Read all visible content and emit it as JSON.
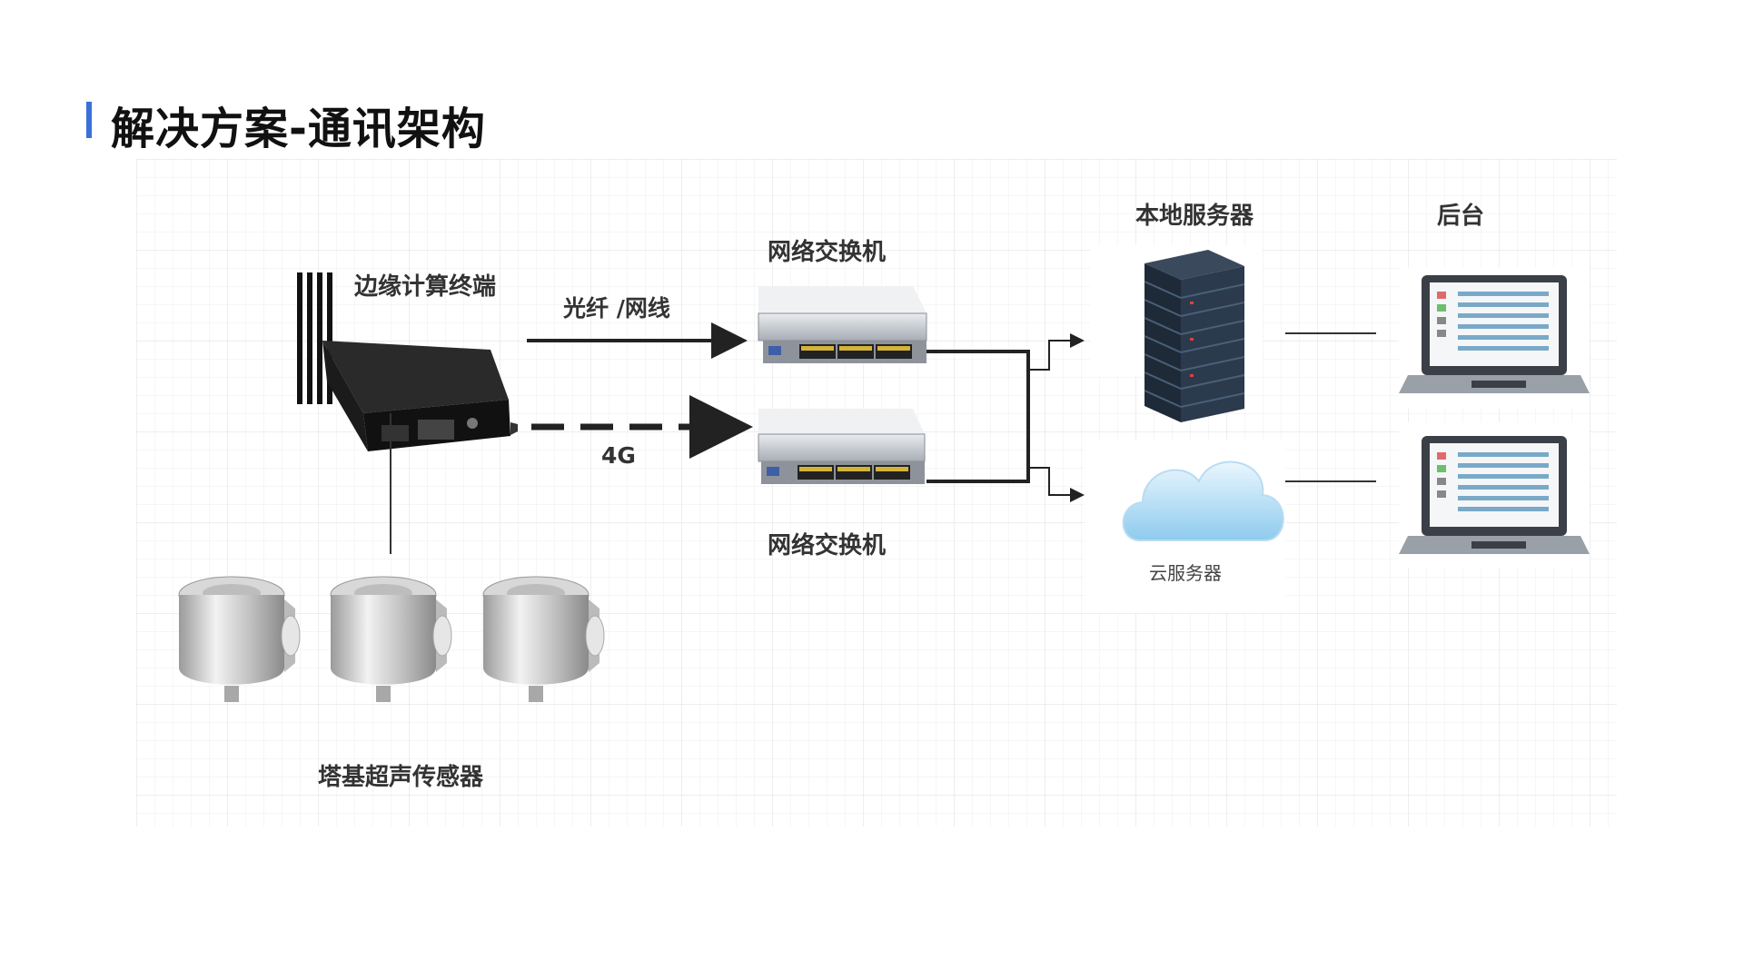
{
  "page": {
    "title": "解决方案-通讯架构"
  },
  "diagram": {
    "edge_terminal": "边缘计算终端",
    "link_fiber": "光纤 /网线",
    "link_4g": "4G",
    "switch_top": "网络交换机",
    "switch_bottom": "网络交换机",
    "local_server": "本地服务器",
    "cloud_server": "云服务器",
    "backend": "后台",
    "sensors": "塔基超声传感器"
  },
  "colors": {
    "accent": "#3a6fd8",
    "line": "#222222",
    "grid": "#e3e3e3"
  }
}
